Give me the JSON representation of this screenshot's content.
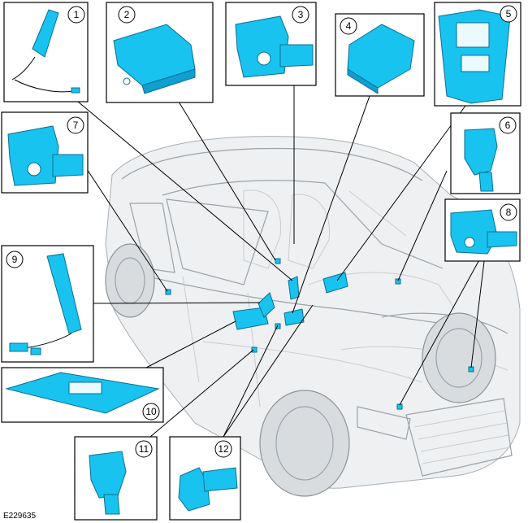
{
  "figure_ref": "E229635",
  "callouts": [
    "1",
    "2",
    "3",
    "4",
    "5",
    "6",
    "7",
    "8",
    "9",
    "10",
    "11",
    "12"
  ],
  "colors": {
    "part": "#19c3ef",
    "part_outline": "#0a6f93",
    "vehicle_outline": "#9aa3aa",
    "frame": "#000000"
  },
  "icons": {
    "vehicle": "crossover-suv-cutaway-illustration",
    "components": "airbag-sensor-module-illustrations"
  }
}
